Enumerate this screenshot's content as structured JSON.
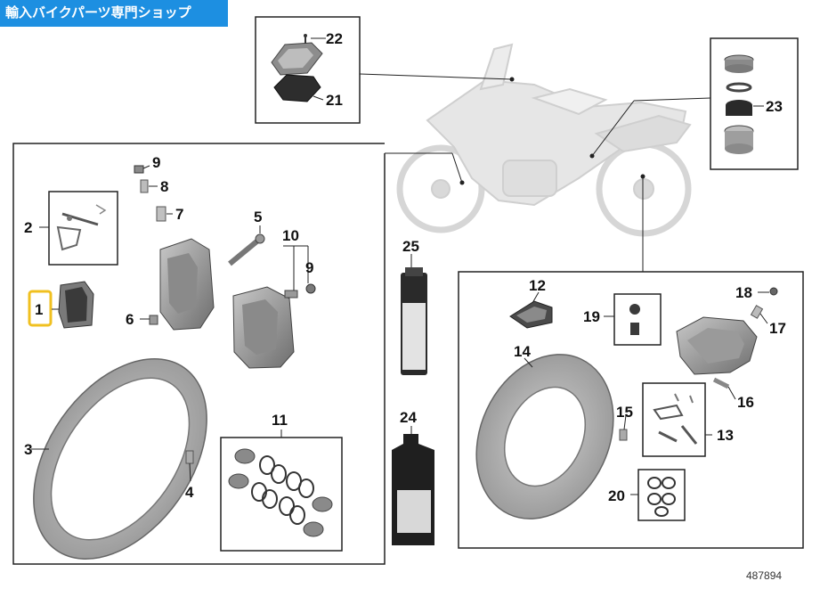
{
  "shop_banner": "輸入バイクパーツ専門ショップ",
  "figure_number": "487894",
  "colors": {
    "banner_bg": "#1d8fe1",
    "banner_text": "#ffffff",
    "highlight": "#f0c020",
    "part_gray": "#9a9a9a",
    "rotor_gray": "#a8a8a8",
    "box_stroke": "#222222"
  },
  "callouts": {
    "c1": "1",
    "c2": "2",
    "c3": "3",
    "c4": "4",
    "c5": "5",
    "c6": "6",
    "c7": "7",
    "c8": "8",
    "c9a": "9",
    "c9b": "9",
    "c10": "10",
    "c11": "11",
    "c12": "12",
    "c13": "13",
    "c14": "14",
    "c15": "15",
    "c16": "16",
    "c17": "17",
    "c18": "18",
    "c19": "19",
    "c20": "20",
    "c21": "21",
    "c22": "22",
    "c23": "23",
    "c24": "24",
    "c25": "25"
  },
  "highlighted_part": "1"
}
